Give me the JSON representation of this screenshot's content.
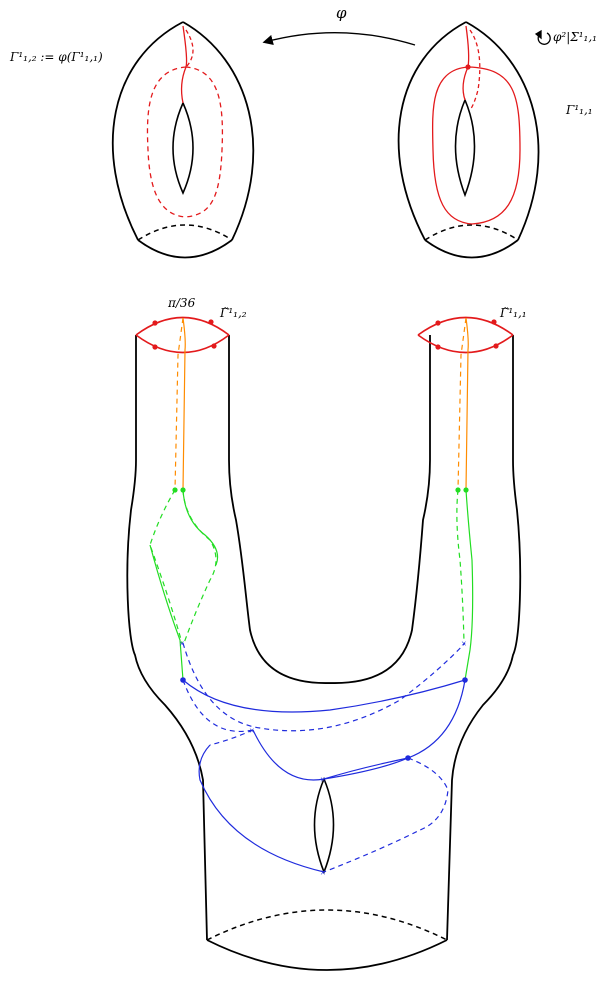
{
  "labels": {
    "phi": "φ",
    "gamma12_def": "Γ¹₁,₂ := φ(Γ¹₁,₁)",
    "phi_squared_restricted": "φ²|Σ¹₁,₁",
    "gamma11": "Γ¹₁,₁",
    "pi_over_36": "π/36",
    "gamma12_tilde": "Γ̃¹₁,₂",
    "gamma11_tilde": "Γ̃¹₁,₁"
  },
  "colors": {
    "outline": "#000000",
    "curve_top": "#e31a1c",
    "curve_orange": "#ff8c00",
    "curve_green": "#22dd22",
    "curve_blue": "#1f2bdd"
  },
  "icons": {
    "rotation": "circular-arrow-icon",
    "map_arrow": "curved-arrow-left-icon"
  }
}
